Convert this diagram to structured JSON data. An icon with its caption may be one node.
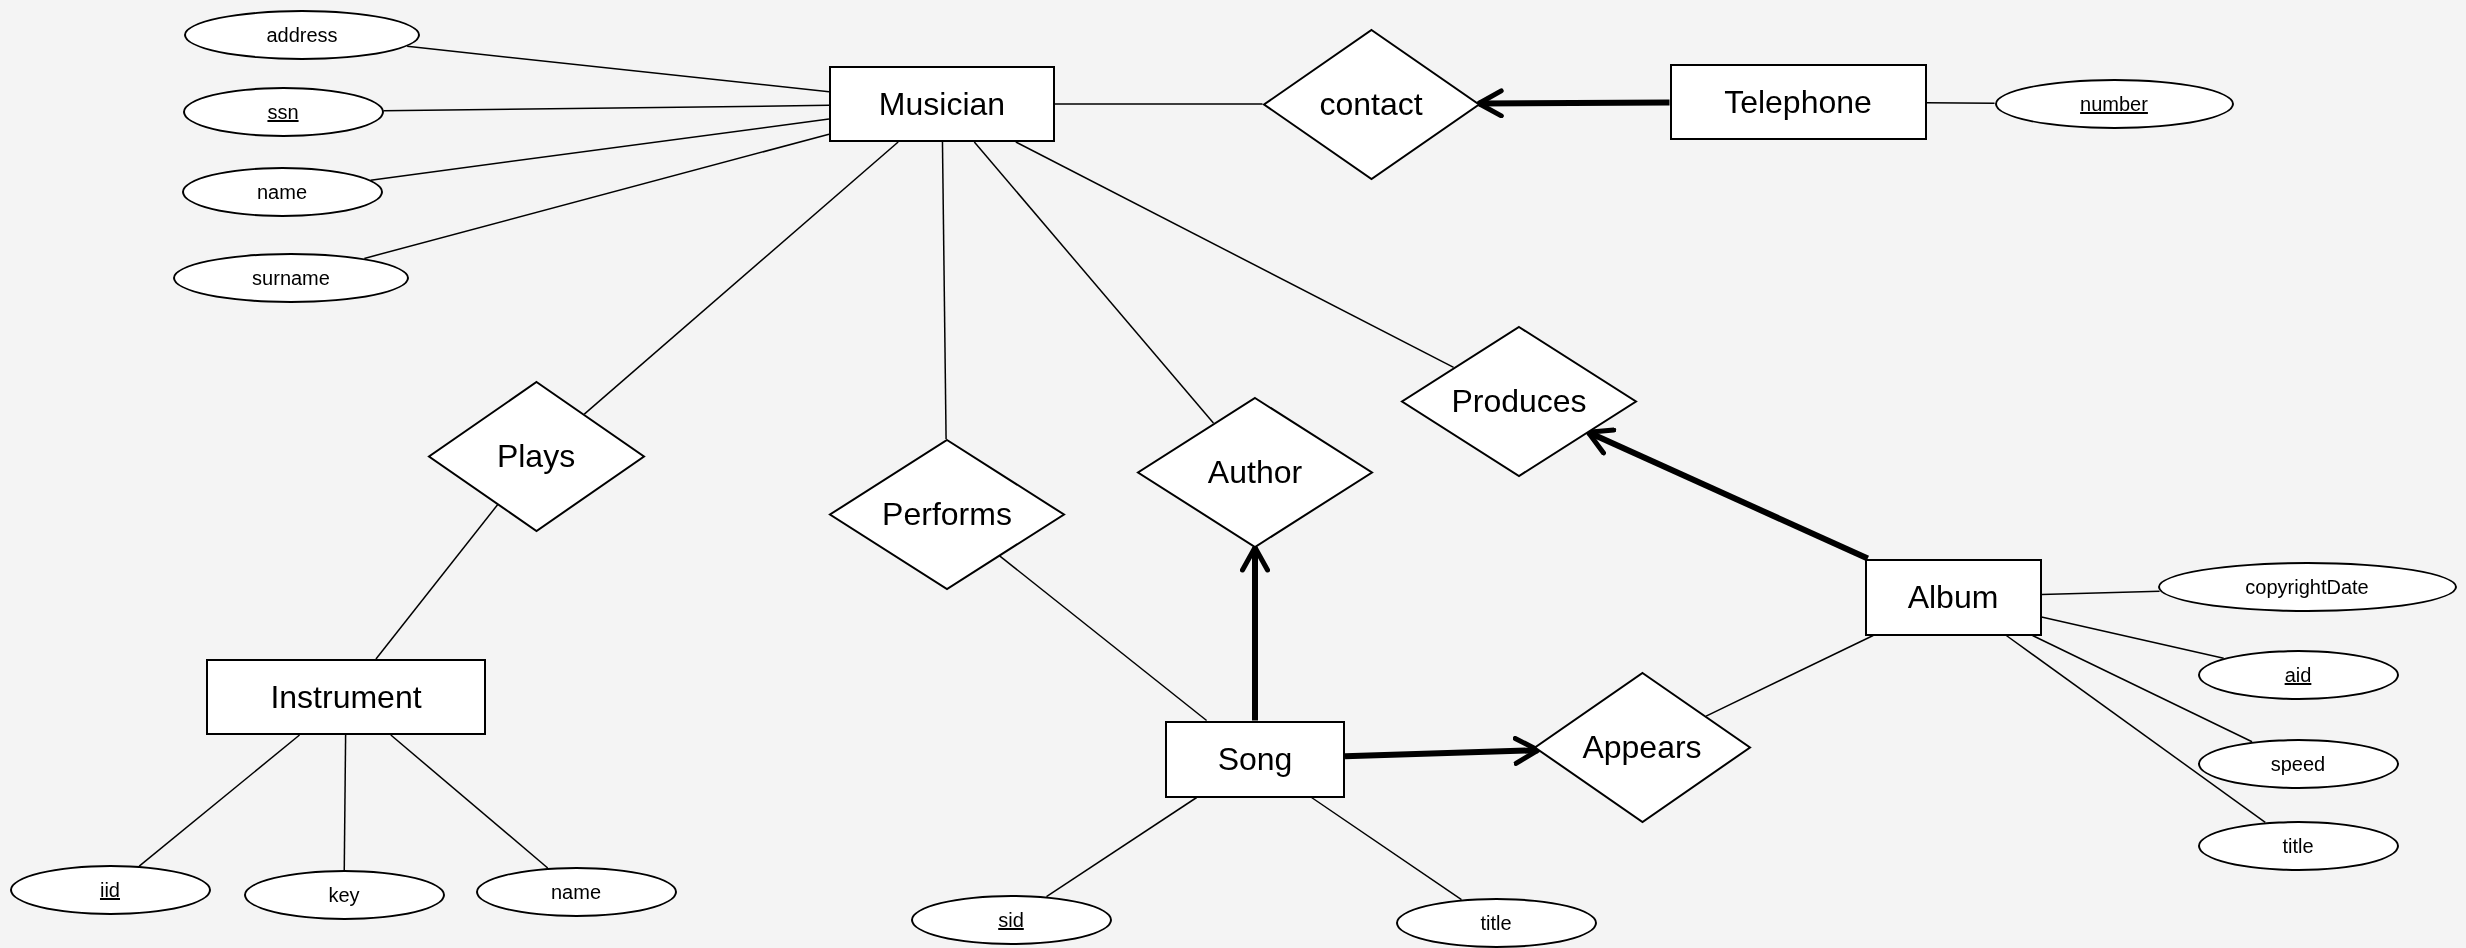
{
  "diagram": {
    "nodes": [
      {
        "text": [
          "Musician"
        ]
      },
      {
        "text": [
          "address"
        ]
      },
      {
        "text": [
          "ssn"
        ]
      },
      {
        "text": [
          "name"
        ]
      },
      {
        "text": [
          "surname"
        ]
      },
      {
        "text": [
          "contact"
        ]
      },
      {
        "text": [
          "Telephone"
        ]
      },
      {
        "text": [
          "number"
        ]
      },
      {
        "text": [
          "Plays"
        ]
      },
      {
        "text": [
          "Performs"
        ]
      },
      {
        "text": [
          "Author"
        ]
      },
      {
        "text": [
          "Produces"
        ]
      },
      {
        "text": [
          "Instrument"
        ]
      },
      {
        "text": [
          "iid"
        ]
      },
      {
        "text": [
          "key"
        ]
      },
      {
        "text": [
          "name"
        ]
      },
      {
        "text": [
          "Song"
        ]
      },
      {
        "text": [
          "sid"
        ]
      },
      {
        "text": [
          "title"
        ]
      },
      {
        "text": [
          "Appears"
        ]
      },
      {
        "text": [
          "Album"
        ]
      },
      {
        "text": [
          "copyrightDate"
        ]
      },
      {
        "text": [
          "aid"
        ]
      },
      {
        "text": [
          "speed"
        ]
      },
      {
        "text": [
          "title"
        ]
      }
    ],
    "edges": [
      {
        "from": 1,
        "to": 0,
        "arrow": "none"
      },
      {
        "from": 2,
        "to": 0,
        "arrow": "none"
      },
      {
        "from": 3,
        "to": 0,
        "arrow": "none"
      },
      {
        "from": 4,
        "to": 0,
        "arrow": "none"
      },
      {
        "from": 0,
        "to": 5,
        "arrow": "none"
      },
      {
        "from": 6,
        "to": 5,
        "arrow": "to",
        "style": "thick"
      },
      {
        "from": 6,
        "to": 7,
        "arrow": "none"
      },
      {
        "from": 0,
        "to": 8,
        "arrow": "none"
      },
      {
        "from": 8,
        "to": 12,
        "arrow": "none"
      },
      {
        "from": 0,
        "to": 9,
        "arrow": "none"
      },
      {
        "from": 9,
        "to": 16,
        "arrow": "none"
      },
      {
        "from": 0,
        "to": 10,
        "arrow": "none"
      },
      {
        "from": 16,
        "to": 10,
        "arrow": "to",
        "style": "thick"
      },
      {
        "from": 0,
        "to": 11,
        "arrow": "none"
      },
      {
        "from": 20,
        "to": 11,
        "arrow": "to",
        "style": "thick"
      },
      {
        "from": 12,
        "to": 13,
        "arrow": "none"
      },
      {
        "from": 12,
        "to": 14,
        "arrow": "none"
      },
      {
        "from": 12,
        "to": 15,
        "arrow": "none"
      },
      {
        "from": 16,
        "to": 17,
        "arrow": "none"
      },
      {
        "from": 16,
        "to": 18,
        "arrow": "none"
      },
      {
        "from": 16,
        "to": 19,
        "arrow": "to",
        "style": "thick"
      },
      {
        "from": 19,
        "to": 20,
        "arrow": "none"
      },
      {
        "from": 20,
        "to": 21,
        "arrow": "none"
      },
      {
        "from": 20,
        "to": 22,
        "arrow": "none"
      },
      {
        "from": 20,
        "to": 23,
        "arrow": "none"
      },
      {
        "from": 20,
        "to": 24,
        "arrow": "none"
      }
    ]
  }
}
